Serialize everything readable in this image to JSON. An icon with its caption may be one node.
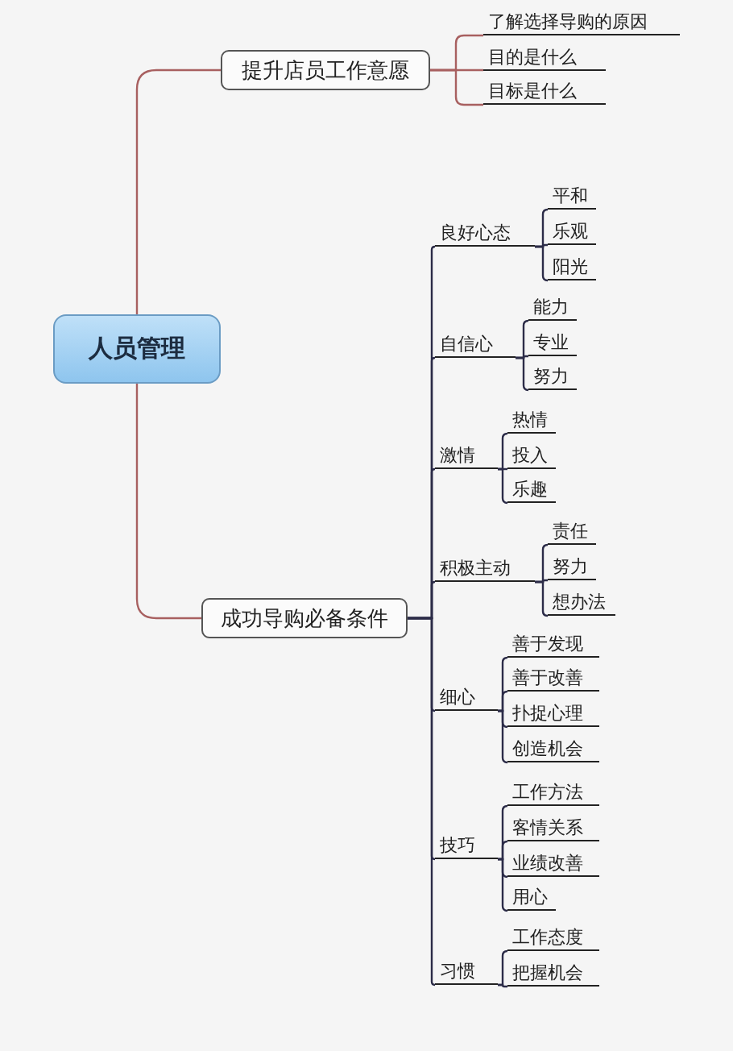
{
  "diagram": {
    "nodes": [
      {
        "text": [
          "人员管理"
        ]
      },
      {
        "text": [
          "提升店员工作意愿"
        ]
      },
      {
        "text": [
          "了解选择导购的原因"
        ]
      },
      {
        "text": [
          "目的是什么"
        ]
      },
      {
        "text": [
          "目标是什么"
        ]
      },
      {
        "text": [
          "成功导购必备条件"
        ]
      },
      {
        "text": [
          "良好心态"
        ]
      },
      {
        "text": [
          "平和"
        ]
      },
      {
        "text": [
          "乐观"
        ]
      },
      {
        "text": [
          "阳光"
        ]
      },
      {
        "text": [
          "自信心"
        ]
      },
      {
        "text": [
          "能力"
        ]
      },
      {
        "text": [
          "专业"
        ]
      },
      {
        "text": [
          "努力"
        ]
      },
      {
        "text": [
          "激情"
        ]
      },
      {
        "text": [
          "热情"
        ]
      },
      {
        "text": [
          "投入"
        ]
      },
      {
        "text": [
          "乐趣"
        ]
      },
      {
        "text": [
          "积极主动"
        ]
      },
      {
        "text": [
          "责任"
        ]
      },
      {
        "text": [
          "努力"
        ]
      },
      {
        "text": [
          "想办法"
        ]
      },
      {
        "text": [
          "细心"
        ]
      },
      {
        "text": [
          "善于发现"
        ]
      },
      {
        "text": [
          "善于改善"
        ]
      },
      {
        "text": [
          "扑捉心理"
        ]
      },
      {
        "text": [
          "创造机会"
        ]
      },
      {
        "text": [
          "技巧"
        ]
      },
      {
        "text": [
          "工作方法"
        ]
      },
      {
        "text": [
          "客情关系"
        ]
      },
      {
        "text": [
          "业绩改善"
        ]
      },
      {
        "text": [
          "用心"
        ]
      },
      {
        "text": [
          "习惯"
        ]
      },
      {
        "text": [
          "工作态度"
        ]
      },
      {
        "text": [
          "把握机会"
        ]
      }
    ],
    "edges": [
      {
        "from": 0,
        "to": 1,
        "arrow": "none",
        "color": "#a86060"
      },
      {
        "from": 1,
        "to": 2,
        "arrow": "none",
        "color": "#a86060"
      },
      {
        "from": 1,
        "to": 3,
        "arrow": "none",
        "color": "#a86060"
      },
      {
        "from": 1,
        "to": 4,
        "arrow": "none",
        "color": "#a86060"
      },
      {
        "from": 0,
        "to": 5,
        "arrow": "none",
        "color": "#a86060"
      },
      {
        "from": 5,
        "to": 6,
        "arrow": "none"
      },
      {
        "from": 6,
        "to": 7,
        "arrow": "none"
      },
      {
        "from": 6,
        "to": 8,
        "arrow": "none"
      },
      {
        "from": 6,
        "to": 9,
        "arrow": "none"
      },
      {
        "from": 5,
        "to": 10,
        "arrow": "none"
      },
      {
        "from": 10,
        "to": 11,
        "arrow": "none"
      },
      {
        "from": 10,
        "to": 12,
        "arrow": "none"
      },
      {
        "from": 10,
        "to": 13,
        "arrow": "none"
      },
      {
        "from": 5,
        "to": 14,
        "arrow": "none"
      },
      {
        "from": 14,
        "to": 15,
        "arrow": "none"
      },
      {
        "from": 14,
        "to": 16,
        "arrow": "none"
      },
      {
        "from": 14,
        "to": 17,
        "arrow": "none"
      },
      {
        "from": 5,
        "to": 18,
        "arrow": "none"
      },
      {
        "from": 18,
        "to": 19,
        "arrow": "none"
      },
      {
        "from": 18,
        "to": 20,
        "arrow": "none"
      },
      {
        "from": 18,
        "to": 21,
        "arrow": "none"
      },
      {
        "from": 5,
        "to": 22,
        "arrow": "none"
      },
      {
        "from": 22,
        "to": 23,
        "arrow": "none"
      },
      {
        "from": 22,
        "to": 24,
        "arrow": "none"
      },
      {
        "from": 22,
        "to": 25,
        "arrow": "none"
      },
      {
        "from": 22,
        "to": 26,
        "arrow": "none"
      },
      {
        "from": 5,
        "to": 27,
        "arrow": "none"
      },
      {
        "from": 27,
        "to": 28,
        "arrow": "none"
      },
      {
        "from": 27,
        "to": 29,
        "arrow": "none"
      },
      {
        "from": 27,
        "to": 30,
        "arrow": "none"
      },
      {
        "from": 27,
        "to": 31,
        "arrow": "none"
      },
      {
        "from": 5,
        "to": 32,
        "arrow": "none"
      },
      {
        "from": 32,
        "to": 33,
        "arrow": "none"
      },
      {
        "from": 32,
        "to": 34,
        "arrow": "none"
      }
    ]
  }
}
